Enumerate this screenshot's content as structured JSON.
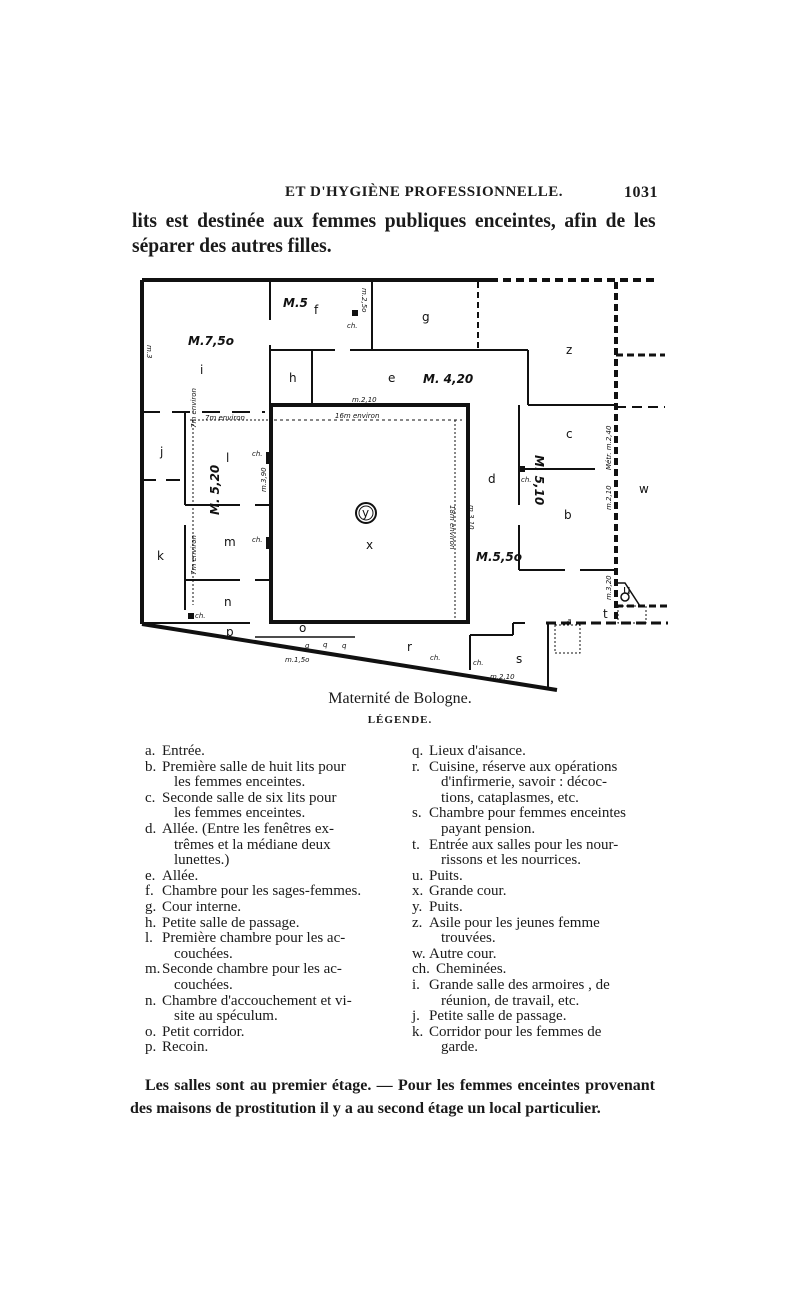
{
  "header": {
    "running_title": "ET D'HYGIÈNE PROFESSIONNELLE.",
    "page_number": "1031"
  },
  "body": {
    "line1": "lits est destinée aux femmes publiques enceintes, afin de les",
    "line2": "séparer des autres filles."
  },
  "plan": {
    "labels": {
      "m5": "M.5",
      "f": "f",
      "ch": "ch.",
      "m25": "m.2,5o",
      "g": "g",
      "m750": "M.7,5o",
      "i": "i",
      "m3": "m.3",
      "h": "h",
      "e": "e",
      "m420": "M. 4,20",
      "z": "z",
      "m210": "m.2,10",
      "env7": "7m environ",
      "env16": "16m environ",
      "j": "j",
      "l": "l",
      "m520": "M. 5,20",
      "m390": "m.3,90",
      "y": "y",
      "x": "x",
      "env18": "18m environ",
      "m310": "m.3,10",
      "d": "d",
      "c": "c",
      "m510": "M. 5,10",
      "metr": "Métr. m.2,40",
      "b": "b",
      "w": "w",
      "m550": "M.5,5o",
      "k": "k",
      "m": "m",
      "n": "n",
      "m320": "m.3,20",
      "u": "u",
      "t": "t",
      "a": "a",
      "p": "p",
      "o": "o",
      "q": "q",
      "m150": "m.1,5o",
      "r": "r",
      "s": "s"
    }
  },
  "caption": "Maternité de Bologne.",
  "legend_title": "LÉGENDE.",
  "legend": {
    "left": [
      {
        "key": "a.",
        "lines": [
          "Entrée."
        ]
      },
      {
        "key": "b.",
        "lines": [
          "Première salle de huit lits pour",
          "les femmes enceintes."
        ]
      },
      {
        "key": "c.",
        "lines": [
          "Seconde salle de six lits pour",
          "les femmes enceintes."
        ]
      },
      {
        "key": "d.",
        "lines": [
          "Allée. (Entre les fenêtres ex-",
          "trêmes et la médiane deux",
          "lunettes.)"
        ]
      },
      {
        "key": "e.",
        "lines": [
          "Allée."
        ]
      },
      {
        "key": "f.",
        "lines": [
          "Chambre pour les sages-femmes."
        ]
      },
      {
        "key": "g.",
        "lines": [
          "Cour interne."
        ]
      },
      {
        "key": "h.",
        "lines": [
          "Petite salle de passage."
        ]
      },
      {
        "key": "l.",
        "lines": [
          "Première chambre pour les ac-",
          "couchées."
        ]
      },
      {
        "key": "m.",
        "lines": [
          "Seconde chambre pour les ac-",
          "couchées."
        ]
      },
      {
        "key": "n.",
        "lines": [
          "Chambre d'accouchement et vi-",
          "site au spéculum."
        ]
      },
      {
        "key": "o.",
        "lines": [
          "Petit corridor."
        ]
      },
      {
        "key": "p.",
        "lines": [
          "Recoin."
        ]
      }
    ],
    "right": [
      {
        "key": "q.",
        "lines": [
          "Lieux d'aisance."
        ]
      },
      {
        "key": "r.",
        "lines": [
          "Cuisine, réserve aux opérations",
          "d'infirmerie, savoir : décoc-",
          "tions, cataplasmes, etc."
        ]
      },
      {
        "key": "s.",
        "lines": [
          "Chambre pour femmes enceintes",
          "payant pension."
        ]
      },
      {
        "key": "t.",
        "lines": [
          "Entrée aux salles pour les nour-",
          "rissons et les nourrices."
        ]
      },
      {
        "key": "u.",
        "lines": [
          "Puits."
        ]
      },
      {
        "key": "x.",
        "lines": [
          "Grande cour."
        ]
      },
      {
        "key": "y.",
        "lines": [
          "Puits."
        ]
      },
      {
        "key": "z.",
        "lines": [
          "Asile pour les jeunes femme",
          "trouvées."
        ]
      },
      {
        "key": "w.",
        "lines": [
          "Autre cour."
        ]
      },
      {
        "key": "ch.",
        "lines": [
          "Cheminées."
        ]
      },
      {
        "key": "i.",
        "lines": [
          "Grande salle des armoires , de",
          "réunion, de travail, etc."
        ]
      },
      {
        "key": "j.",
        "lines": [
          "Petite salle de passage."
        ]
      },
      {
        "key": "k.",
        "lines": [
          "Corridor pour les femmes de",
          "garde."
        ]
      }
    ]
  },
  "footer": {
    "line1": "Les salles sont au premier étage. — Pour les femmes enceintes provenant",
    "line2": "des maisons de prostitution il y a au second étage un local particulier."
  }
}
